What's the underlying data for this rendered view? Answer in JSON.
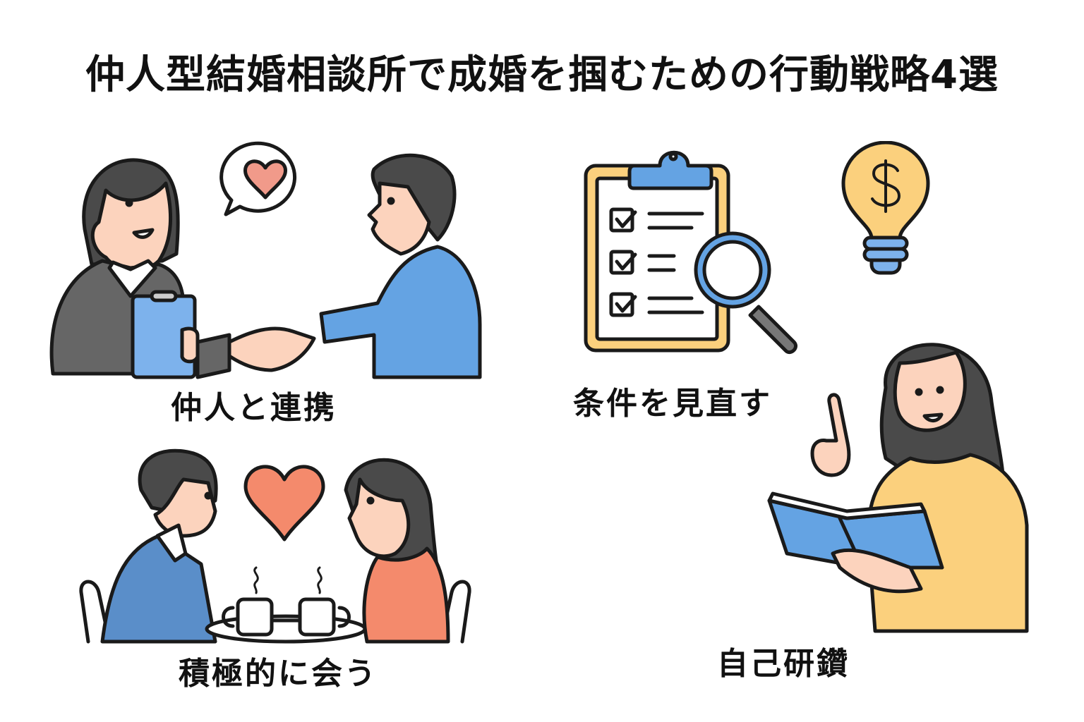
{
  "title": "仲人型結婚相談所で成婚を掴むための行動戦略4選",
  "strategies": [
    {
      "label": "仲人と連携",
      "illustration": "matchmaker-handshake"
    },
    {
      "label": "条件を見直す",
      "illustration": "clipboard-checklist-magnifier"
    },
    {
      "label": "積極的に会う",
      "illustration": "couple-coffee-date"
    },
    {
      "label": "自己研鑽",
      "illustration": "woman-reading-book"
    }
  ],
  "icons": [
    "heart-speech-bubble-icon",
    "clipboard-icon",
    "magnifier-icon",
    "lightbulb-dollar-icon",
    "heart-icon",
    "coffee-cup-icon",
    "book-icon"
  ],
  "colors": {
    "outline": "#1a1a1a",
    "skin": "#fcd3bd",
    "hair": "#4a4a4a",
    "suit_gray": "#666666",
    "blue": "#64a3e3",
    "light_blue": "#7db2ec",
    "suit_blue": "#5a8ec9",
    "coral": "#f48a6c",
    "heart_pink": "#f19a8a",
    "yellow": "#fbd07d",
    "background": "#ffffff"
  }
}
